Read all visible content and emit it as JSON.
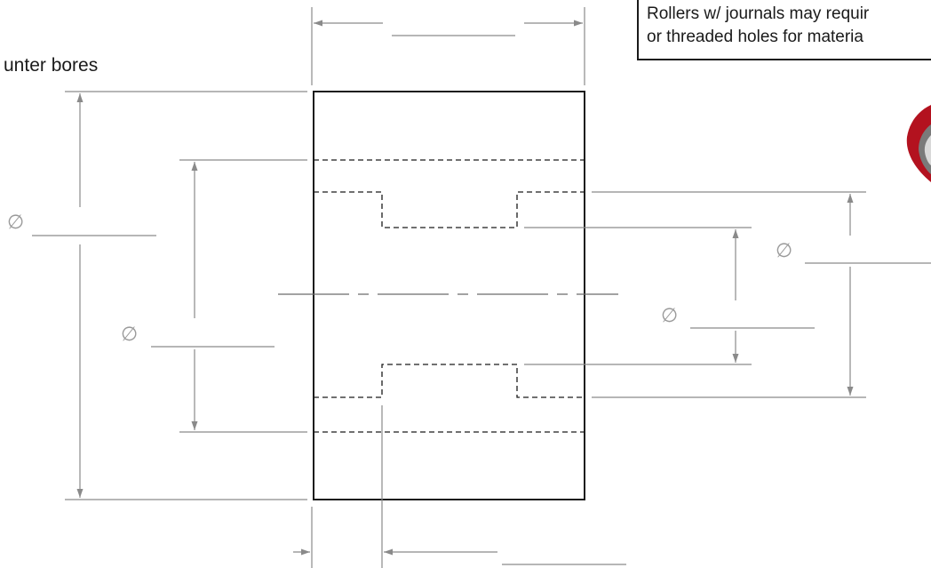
{
  "heading": {
    "text": "unter bores"
  },
  "note": {
    "line1": "Rollers w/ journals may requir",
    "line2": "or threaded holes for materia"
  },
  "symbols": {
    "diameter": "∅",
    "diameter_symbol_count": 4
  },
  "colors": {
    "outline": "#1a1a1a",
    "dimension": "#8a8a8a",
    "logo_red": "#b3121f"
  }
}
